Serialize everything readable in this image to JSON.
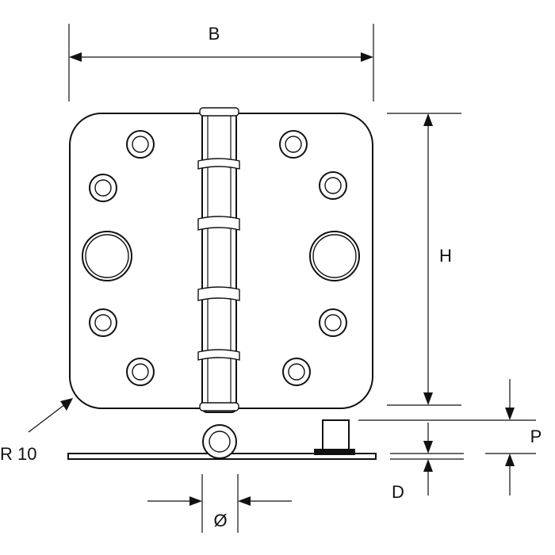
{
  "labels": {
    "width": "B",
    "height": "H",
    "radius": "R 10",
    "pin_diameter": "Ø",
    "thickness": "D",
    "projection": "P"
  },
  "colors": {
    "line": "#111111",
    "fill": "#ffffff",
    "washer": "#111111"
  },
  "icons": {
    "screw_hole": "countersunk-screw-hole-icon",
    "large_hole": "large-hole-icon",
    "knuckle": "hinge-knuckle-icon",
    "pin": "hinge-pin-icon"
  }
}
